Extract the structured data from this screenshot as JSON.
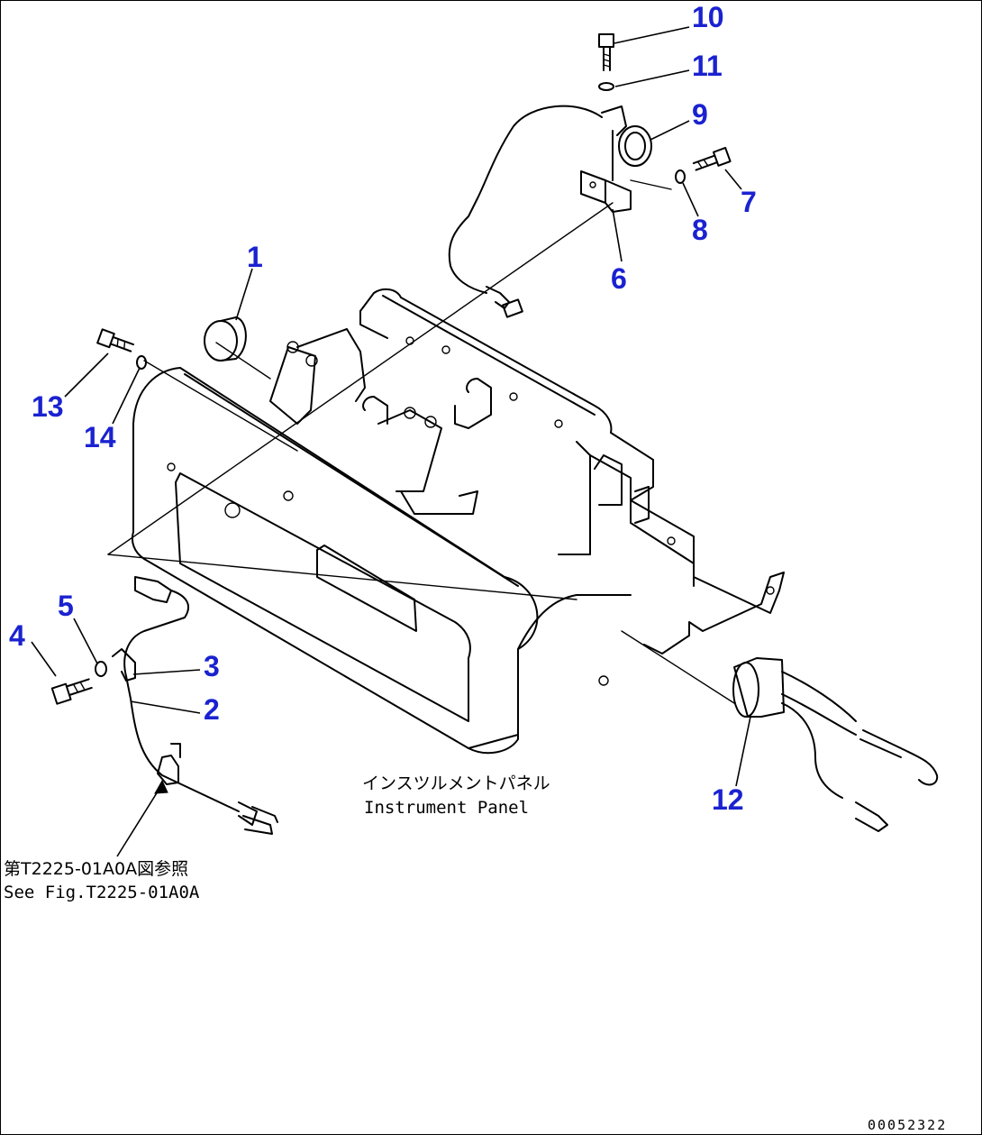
{
  "part_labels": {
    "p1": "1",
    "p2": "2",
    "p3": "3",
    "p4": "4",
    "p5": "5",
    "p6": "6",
    "p7": "7",
    "p8": "8",
    "p9": "9",
    "p10": "10",
    "p11": "11",
    "p12": "12",
    "p13": "13",
    "p14": "14"
  },
  "captions": {
    "panel_jp": "インスツルメントパネル",
    "panel_en": "Instrument Panel",
    "ref_jp": "第T2225-01A0A図参照",
    "ref_en": "See Fig.T2225-01A0A"
  },
  "drawing_id": "00052322",
  "colors": {
    "label": "#1a22d0",
    "line": "#000000",
    "background": "#ffffff"
  }
}
